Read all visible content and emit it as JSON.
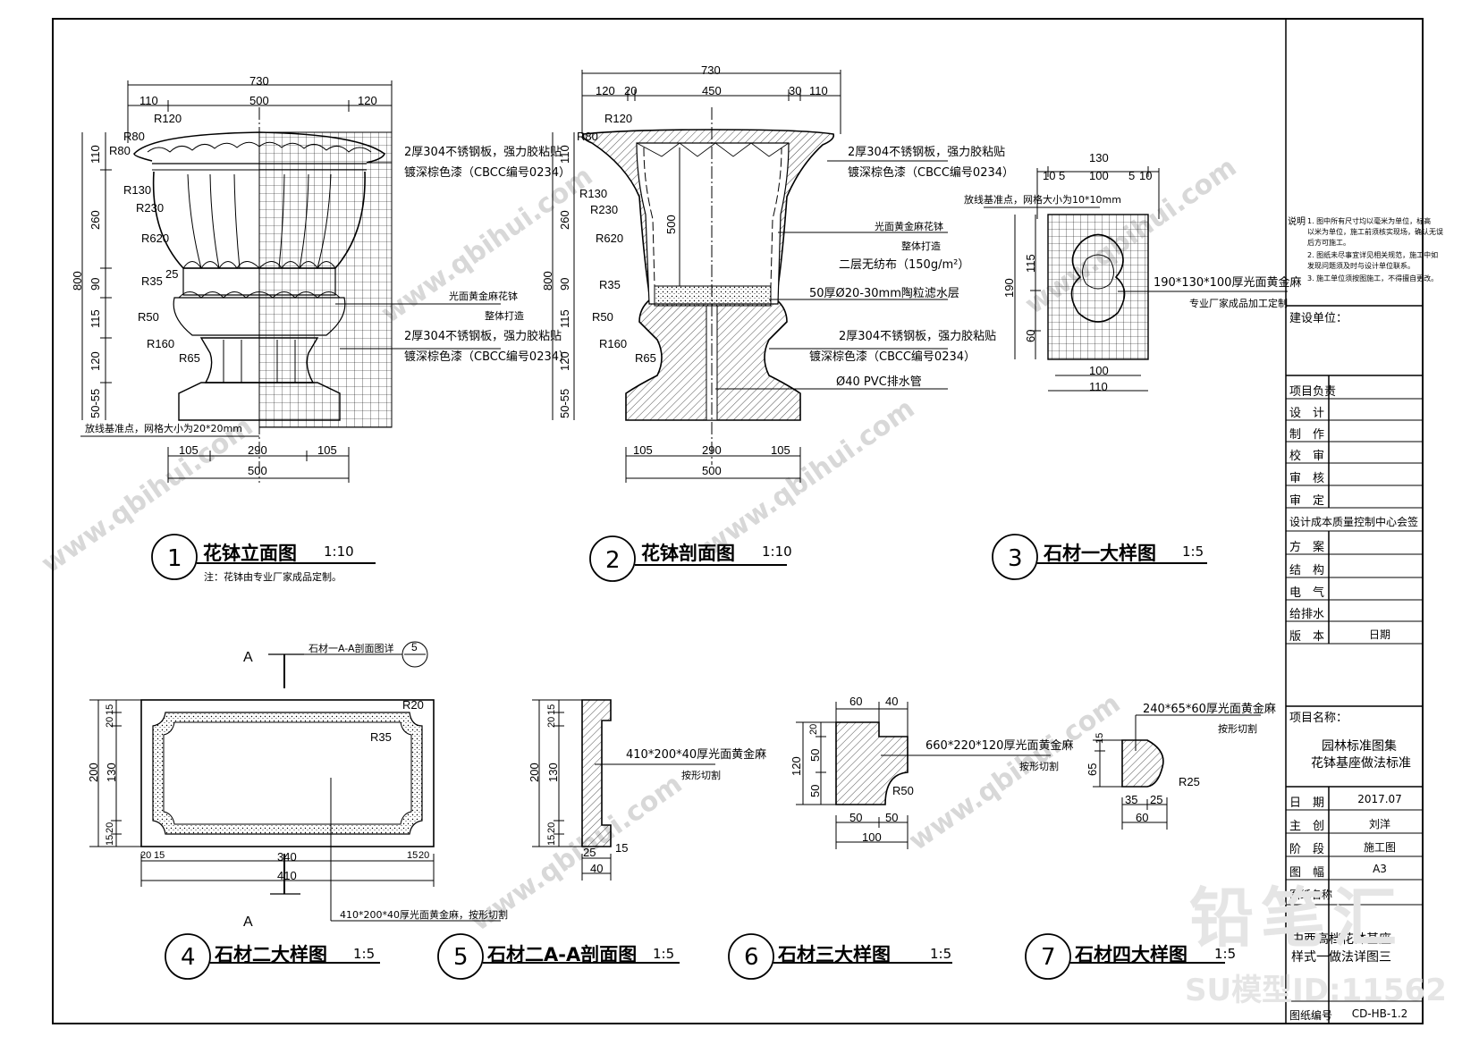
{
  "drawing1": {
    "dims_top": [
      "730",
      "110",
      "500",
      "120"
    ],
    "radii": [
      "R80",
      "R120",
      "R80",
      "R130",
      "R230",
      "R620",
      "R35",
      "25",
      "R50",
      "R160",
      "R65"
    ],
    "dims_left": [
      "800",
      "110",
      "260",
      "90",
      "115",
      "120",
      "50-55"
    ],
    "note_top_1": "2厚304不锈钢板，强力胶粘贴",
    "note_top_2": "镀深棕色漆（CBCC编号0234）",
    "note_mid_1": "光面黄金麻花钵",
    "note_mid_2": "整体打造",
    "note_low_1": "2厚304不锈钢板，强力胶粘贴",
    "note_low_2": "镀深棕色漆（CBCC编号0234）",
    "grid_note": "放线基准点，网格大小为20*20mm",
    "dims_bottom": [
      "105",
      "290",
      "105",
      "500"
    ],
    "num": "1",
    "title": "花钵立面图",
    "scale": "1:10",
    "footnote": "注：花钵由专业厂家成品定制。"
  },
  "drawing2": {
    "dims_top": [
      "730",
      "120",
      "20",
      "450",
      "30",
      "110"
    ],
    "radii": [
      "R80",
      "R120",
      "R130",
      "R230",
      "R620",
      "R35",
      "R50",
      "R160",
      "R65"
    ],
    "dims_left": [
      "800",
      "110",
      "260",
      "90",
      "115",
      "120",
      "50-55"
    ],
    "inner_dim": "500",
    "note_1a": "2厚304不锈钢板，强力胶粘贴",
    "note_1b": "镀深棕色漆（CBCC编号0234）",
    "note_2a": "光面黄金麻花钵",
    "note_2b": "整体打造",
    "note_3": "二层无纺布（150g/m²）",
    "note_4": "50厚Ø20-30mm陶粒滤水层",
    "note_5a": "2厚304不锈钢板，强力胶粘贴",
    "note_5b": "镀深棕色漆（CBCC编号0234）",
    "note_6": "Ø40 PVC排水管",
    "dims_bottom": [
      "105",
      "290",
      "105",
      "500"
    ],
    "num": "2",
    "title": "花钵剖面图",
    "scale": "1:10"
  },
  "drawing3": {
    "dims_top": [
      "130",
      "10",
      "5",
      "100",
      "5",
      "10"
    ],
    "grid_note": "放线基准点，网格大小为10*10mm",
    "dims_left": [
      "190",
      "115",
      "60"
    ],
    "dims_bottom": [
      "100",
      "110"
    ],
    "note_1": "190*130*100厚光面黄金麻",
    "note_2": "专业厂家成品加工定制",
    "num": "3",
    "title": "石材一大样图",
    "scale": "1:5"
  },
  "drawing4": {
    "section_mark": "A",
    "section_ref": "石材一A-A剖面图详",
    "section_num": "5",
    "dims_left": [
      "200",
      "15",
      "20",
      "130",
      "20",
      "15"
    ],
    "radii": [
      "R20",
      "R35"
    ],
    "dims_bottom": [
      "20",
      "15",
      "340",
      "15",
      "20",
      "410"
    ],
    "note": "410*200*40厚光面黄金麻，按形切割",
    "num": "4",
    "title": "石材二大样图",
    "scale": "1:5"
  },
  "drawing5": {
    "dims_left": [
      "200",
      "15",
      "20",
      "130",
      "20",
      "15"
    ],
    "note_1": "410*200*40厚光面黄金麻",
    "note_2": "按形切割",
    "dims_bottom": [
      "25",
      "15",
      "40"
    ],
    "num": "5",
    "title": "石材二A-A剖面图",
    "scale": "1:5"
  },
  "drawing6": {
    "dims_top": [
      "60",
      "40"
    ],
    "dims_left": [
      "120",
      "20",
      "50",
      "50"
    ],
    "radii": [
      "R50"
    ],
    "note_1": "660*220*120厚光面黄金麻",
    "note_2": "按形切割",
    "dims_bottom": [
      "50",
      "50",
      "100"
    ],
    "num": "6",
    "title": "石材三大样图",
    "scale": "1:5"
  },
  "drawing7": {
    "note_1": "240*65*60厚光面黄金麻",
    "note_2": "按形切割",
    "dims_left": [
      "15",
      "65"
    ],
    "radii": [
      "R25"
    ],
    "dims_bottom": [
      "35",
      "25",
      "60"
    ],
    "num": "7",
    "title": "石材四大样图",
    "scale": "1:5"
  },
  "titleblock": {
    "notes_label": "说明",
    "notes": [
      "1. 图中所有尺寸均以毫米为单位，标高",
      "以米为单位，施工前须核实现场，确认无误",
      "后方可施工。",
      "2. 图纸未尽事宜详见相关规范，施工中如",
      "发现问题须及时与设计单位联系。",
      "3. 施工单位须按图施工，不得擅自更改。"
    ],
    "client_label": "建设单位：",
    "rows": [
      {
        "label": "项目负责",
        "value": ""
      },
      {
        "label": "设　计",
        "value": ""
      },
      {
        "label": "制　作",
        "value": ""
      },
      {
        "label": "校　审",
        "value": ""
      },
      {
        "label": "审　核",
        "value": ""
      },
      {
        "label": "审　定",
        "value": ""
      },
      {
        "label": "设计成本质量控制中心会签",
        "value": ""
      },
      {
        "label": "方　案",
        "value": ""
      },
      {
        "label": "结　构",
        "value": ""
      },
      {
        "label": "电　气",
        "value": ""
      },
      {
        "label": "给排水",
        "value": ""
      },
      {
        "label": "版　本",
        "value": "日期"
      }
    ],
    "project_label": "项目名称：",
    "project_1": "园林标准图集",
    "project_2": "花钵基座做法标准",
    "date_label": "日　期",
    "date": "2017.07",
    "drawn_label": "主　创",
    "drawn": "刘洋",
    "stage_label": "阶　段",
    "stage": "施工图",
    "size_label": "图　幅",
    "size": "A3",
    "name_label": "图纸名称",
    "name_1": "中西高档花钵基座",
    "name_2": "样式一做法详图三",
    "no_label": "图纸编号",
    "no": "CD-HB-1.2"
  },
  "watermark": {
    "brand": "铅笔汇",
    "url": "www.qbihui.com",
    "id": "SU模型ID:11562"
  }
}
